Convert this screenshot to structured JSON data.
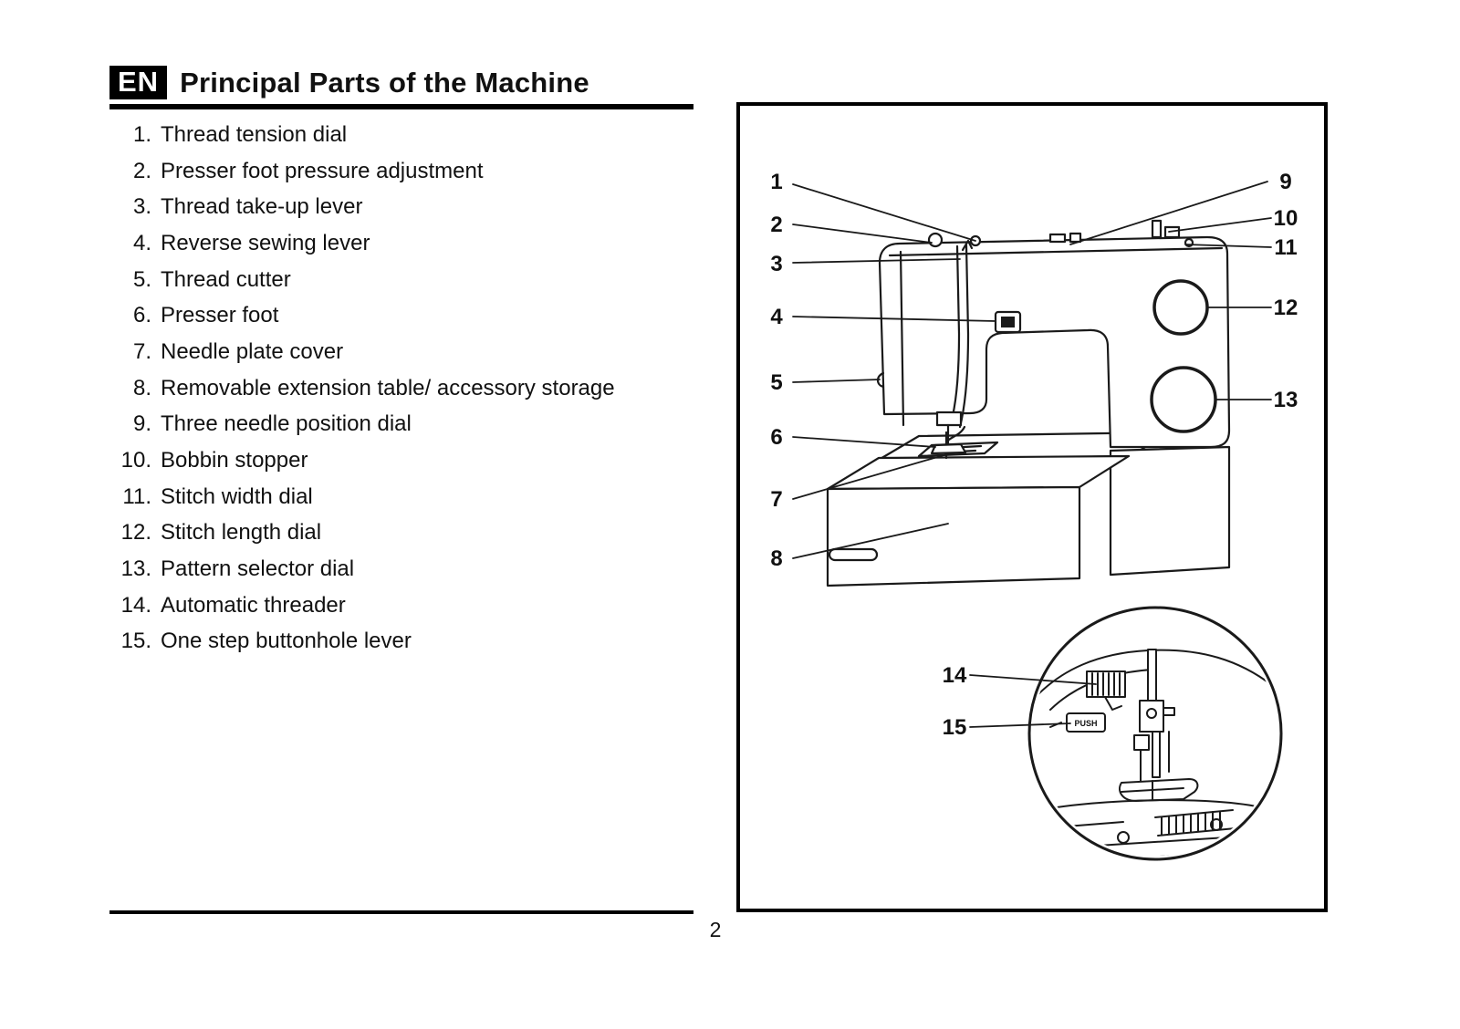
{
  "page": {
    "language_badge": "EN",
    "title": "Principal Parts of the Machine",
    "page_number": "2"
  },
  "parts": [
    {
      "num": "1.",
      "label": "Thread tension dial"
    },
    {
      "num": "2.",
      "label": "Presser foot pressure adjustment"
    },
    {
      "num": "3.",
      "label": "Thread take-up lever"
    },
    {
      "num": "4.",
      "label": "Reverse sewing lever"
    },
    {
      "num": "5.",
      "label": "Thread cutter"
    },
    {
      "num": "6.",
      "label": "Presser foot"
    },
    {
      "num": "7.",
      "label": "Needle plate cover"
    },
    {
      "num": "8.",
      "label": "Removable extension table/ accessory storage"
    },
    {
      "num": "9.",
      "label": "Three needle position dial"
    },
    {
      "num": "10.",
      "label": "Bobbin stopper"
    },
    {
      "num": "11.",
      "label": "Stitch width dial"
    },
    {
      "num": "12.",
      "label": "Stitch length dial"
    },
    {
      "num": "13.",
      "label": "Pattern selector dial"
    },
    {
      "num": "14.",
      "label": "Automatic threader"
    },
    {
      "num": "15.",
      "label": "One step buttonhole lever"
    }
  ],
  "diagram": {
    "callouts": [
      "1",
      "2",
      "3",
      "4",
      "5",
      "6",
      "7",
      "8",
      "9",
      "10",
      "11",
      "12",
      "13",
      "14",
      "15"
    ],
    "push_label": "PUSH",
    "ink_color": "#1a1a1a",
    "frame_color": "#000000"
  }
}
